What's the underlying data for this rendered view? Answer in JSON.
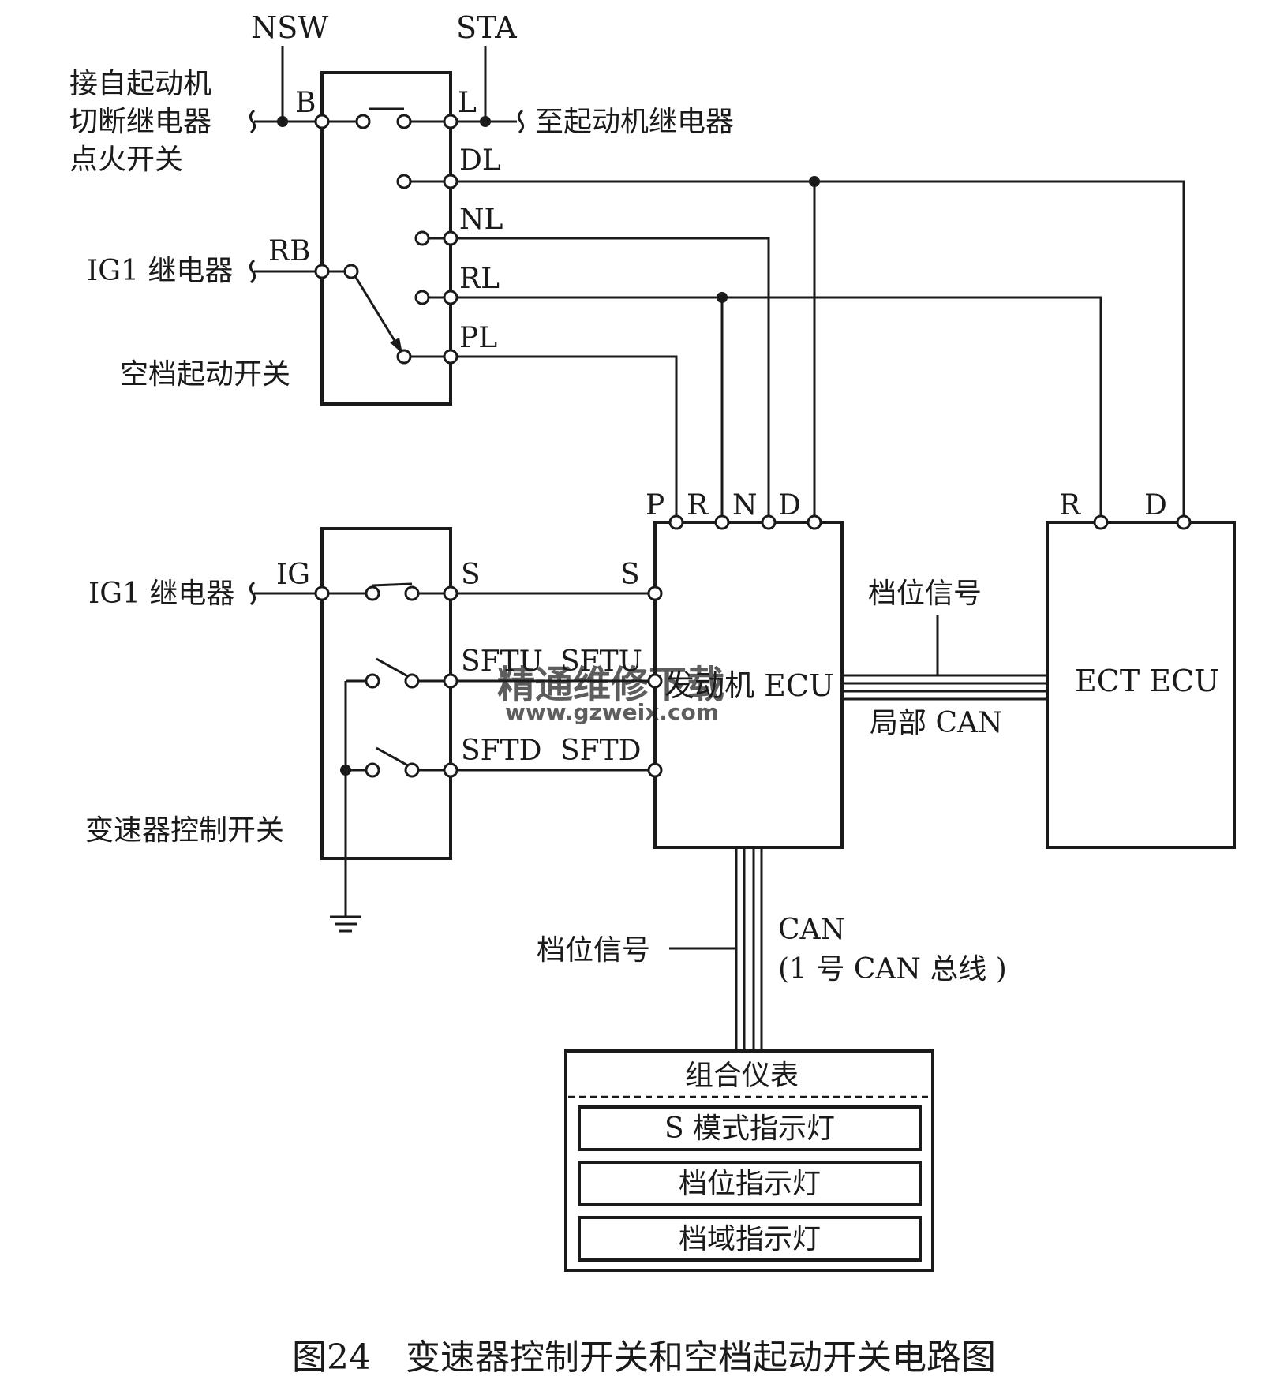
{
  "nsw_switch": {
    "connector": "NSW",
    "sta_connector": "STA",
    "name": "空档起动开关",
    "source_left_lines": [
      "接自起动机",
      "切断继电器",
      "点火开关"
    ],
    "to_starter": "至起动机继电器",
    "rb_source": "IG1 继电器",
    "pins": {
      "B": "B",
      "L": "L",
      "DL": "DL",
      "NL": "NL",
      "RL": "RL",
      "RB": "RB",
      "PL": "PL"
    }
  },
  "shift_switch": {
    "name": "变速器控制开关",
    "ig_source": "IG1 继电器",
    "pins": {
      "IG": "IG",
      "S": "S",
      "SFTU": "SFTU",
      "SFTD": "SFTD"
    }
  },
  "engine_ecu": {
    "name": "发动机 ECU",
    "top_pins": [
      "P",
      "R",
      "N",
      "D"
    ],
    "left_pins": {
      "S": "S",
      "SFTU": "SFTU",
      "SFTD": "SFTD"
    }
  },
  "ect_ecu": {
    "name": "ECT ECU",
    "top_pins": [
      "R",
      "D"
    ]
  },
  "bus_labels": {
    "shift_signal_local": "档位信号",
    "local_can": "局部 CAN",
    "shift_signal_can": "档位信号",
    "can": "CAN",
    "can_bus_1": "(1 号 CAN 总线 )"
  },
  "combination_meter": {
    "title": "组合仪表",
    "items": [
      "S 模式指示灯",
      "档位指示灯",
      "档域指示灯"
    ]
  },
  "watermark": {
    "text": "精通维修下载",
    "url": "www.gzweix.com",
    "color": "#f0a870"
  },
  "caption": "图24　变速器控制开关和空档起动开关电路图"
}
